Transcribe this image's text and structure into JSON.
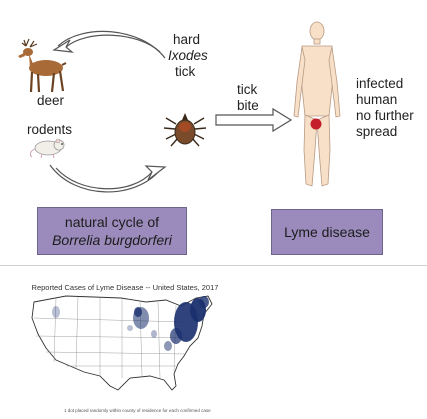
{
  "diagram": {
    "deer_label": "deer",
    "rodents_label": "rodents",
    "tick_line1": "hard",
    "tick_line2": "Ixodes",
    "tick_line3": "tick",
    "bite_line1": "tick",
    "bite_line2": "bite",
    "human_line1": "infected",
    "human_line2": "human",
    "human_line3": "no further",
    "human_line4": "spread",
    "box_left_line1": "natural cycle of",
    "box_left_line2": "Borrelia burgdorferi",
    "box_right": "Lyme disease",
    "box_color": "#9b8bbc"
  },
  "map": {
    "title": "Reported Cases of Lyme Disease -- United States, 2017",
    "footnote": "1 dot placed randomly within county of residence for each confirmed case",
    "dot_color": "#1a2f6e"
  }
}
